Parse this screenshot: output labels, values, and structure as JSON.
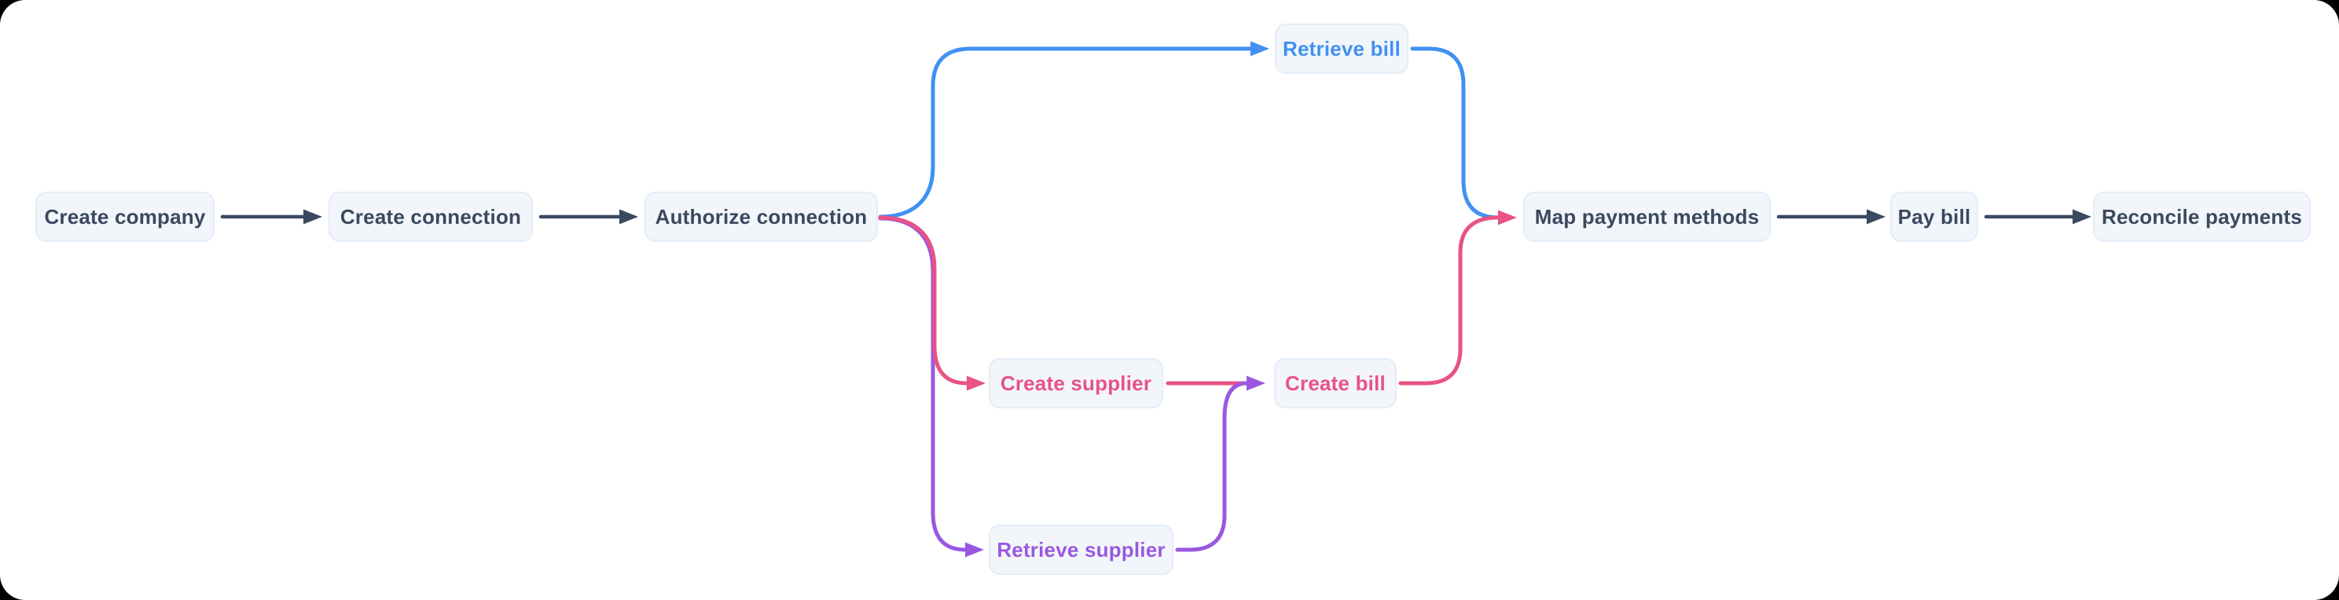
{
  "diagram": {
    "colors": {
      "default": "#3a4960",
      "blue": "#4190f2",
      "pink": "#e85285",
      "purple": "#9a58e0",
      "node_bg": "#f2f6fa",
      "node_border": "#e3ecf7",
      "canvas_bg": "#ffffff"
    },
    "nodes": [
      {
        "id": "create-company",
        "label": "Create company",
        "color_role": "default"
      },
      {
        "id": "create-connection",
        "label": "Create connection",
        "color_role": "default"
      },
      {
        "id": "authorize-connection",
        "label": "Authorize connection",
        "color_role": "default"
      },
      {
        "id": "retrieve-bill",
        "label": "Retrieve bill",
        "color_role": "blue"
      },
      {
        "id": "create-supplier",
        "label": "Create supplier",
        "color_role": "pink"
      },
      {
        "id": "create-bill",
        "label": "Create bill",
        "color_role": "pink"
      },
      {
        "id": "retrieve-supplier",
        "label": "Retrieve supplier",
        "color_role": "purple"
      },
      {
        "id": "map-payment-methods",
        "label": "Map payment methods",
        "color_role": "default"
      },
      {
        "id": "pay-bill",
        "label": "Pay bill",
        "color_role": "default"
      },
      {
        "id": "reconcile-payments",
        "label": "Reconcile payments",
        "color_role": "default"
      }
    ],
    "edges": [
      {
        "from": "create-company",
        "to": "create-connection",
        "color_role": "default"
      },
      {
        "from": "create-connection",
        "to": "authorize-connection",
        "color_role": "default"
      },
      {
        "from": "authorize-connection",
        "to": "retrieve-bill",
        "color_role": "blue"
      },
      {
        "from": "authorize-connection",
        "to": "create-supplier",
        "color_role": "pink"
      },
      {
        "from": "authorize-connection",
        "to": "retrieve-supplier",
        "color_role": "purple"
      },
      {
        "from": "create-supplier",
        "to": "create-bill",
        "color_role": "pink"
      },
      {
        "from": "retrieve-supplier",
        "to": "create-bill",
        "color_role": "purple"
      },
      {
        "from": "retrieve-bill",
        "to": "map-payment-methods",
        "color_role": "blue"
      },
      {
        "from": "create-bill",
        "to": "map-payment-methods",
        "color_role": "pink"
      },
      {
        "from": "map-payment-methods",
        "to": "pay-bill",
        "color_role": "default"
      },
      {
        "from": "pay-bill",
        "to": "reconcile-payments",
        "color_role": "default"
      }
    ]
  }
}
